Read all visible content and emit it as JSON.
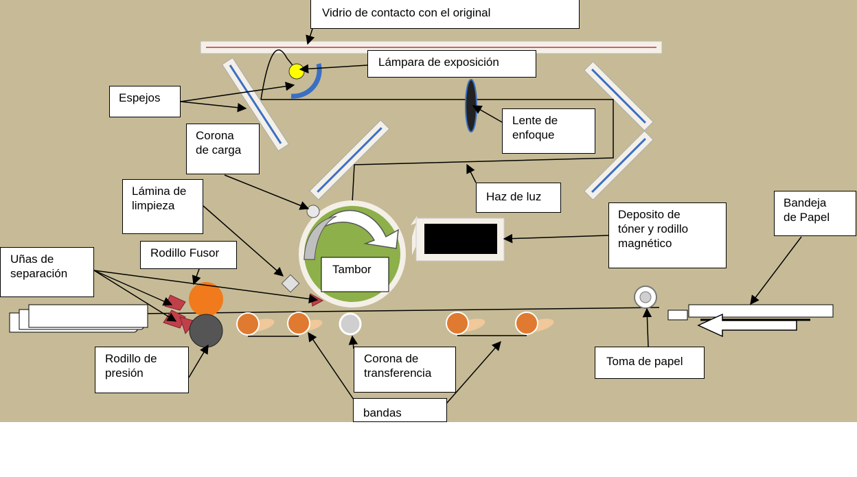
{
  "background_color": "#c6bb96",
  "colors": {
    "drum_green": "#8db04a",
    "fuser_orange": "#f07a1c",
    "lamp_yellow": "#ffff00",
    "reflector_blue": "#3a6fc4",
    "mirror_stripe": "#3a6fc4",
    "glass_line": "#c0304a",
    "separator_red": "#c0404a"
  },
  "labels": {
    "glass": "Vidrio de contacto con el original",
    "lamp": "Lámpara de exposición",
    "mirrors": "Espejos",
    "lens": "Lente de\nenfoque",
    "charge_corona": "Corona\nde carga",
    "light_beam": "Haz de luz",
    "cleaning_blade": "Lámina de\nlimpieza",
    "toner": "Deposito de\ntóner  y rodillo\nmagnético",
    "paper_tray": "Bandeja\nde Papel",
    "separation_claws": "Uñas de\nseparación",
    "fuser_roller": "Rodillo Fusor",
    "drum": "Tambor",
    "pressure_roller": "Rodillo de\npresión",
    "transfer_corona": "Corona de\ntransferencia",
    "paper_feed": "Toma de papel",
    "belts": "bandas"
  }
}
